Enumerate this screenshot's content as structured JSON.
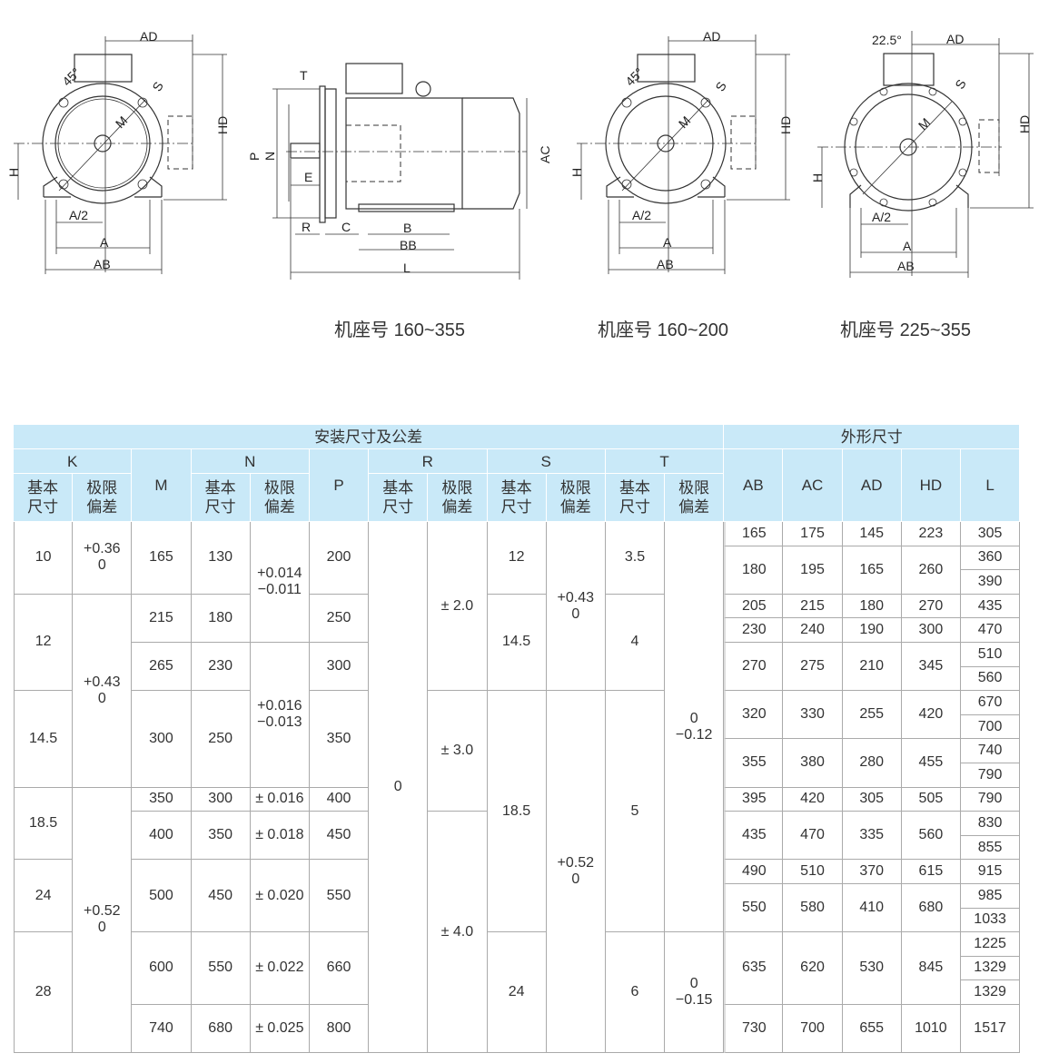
{
  "drawings": {
    "front_view_1": {
      "AD": "AD",
      "HD": "HD",
      "angle": "45°",
      "S": "S",
      "M": "M",
      "H": "H",
      "A_half": "A/2",
      "A": "A",
      "AB": "AB"
    },
    "side_view": {
      "T": "T",
      "P": "P",
      "N": "N",
      "E": "E",
      "AC": "AC",
      "R": "R",
      "C": "C",
      "B": "B",
      "BB": "BB",
      "L": "L"
    },
    "front_view_2": {
      "AD": "AD",
      "HD": "HD",
      "angle": "45°",
      "S": "S",
      "M": "M",
      "H": "H",
      "A_half": "A/2",
      "A": "A",
      "AB": "AB"
    },
    "front_view_3": {
      "AD": "AD",
      "HD": "HD",
      "angle": "22.5°",
      "S": "S",
      "M": "M",
      "H": "H",
      "A_half": "A/2",
      "A": "A",
      "AB": "AB"
    }
  },
  "captions": [
    "机座号 160~355",
    "机座号 160~200",
    "机座号 225~355"
  ],
  "table": {
    "group_install": "安装尺寸及公差",
    "group_outline": "外形尺寸",
    "basic_label": "基本\n尺寸",
    "tol_label": "极限\n偏差",
    "headers": {
      "K": "K",
      "M": "M",
      "N": "N",
      "P": "P",
      "R": "R",
      "S": "S",
      "T": "T",
      "AB": "AB",
      "AC": "AC",
      "AD": "AD",
      "HD": "HD",
      "L": "L"
    },
    "columns": {
      "K_basic": [
        "10",
        "12",
        "14.5",
        "18.5",
        "24",
        "28"
      ],
      "K_tol": [
        "+0.36\n0",
        "+0.43\n0",
        "+0.52\n0"
      ],
      "M": [
        "165",
        "215",
        "265",
        "300",
        "350",
        "400",
        "500",
        "600",
        "740"
      ],
      "N_basic": [
        "130",
        "180",
        "230",
        "250",
        "300",
        "350",
        "450",
        "550",
        "680"
      ],
      "N_tol": [
        "+0.014\n−0.011",
        "+0.016\n−0.013",
        "± 0.016",
        "± 0.018",
        "± 0.020",
        "± 0.022",
        "± 0.025"
      ],
      "P": [
        "200",
        "250",
        "300",
        "350",
        "400",
        "450",
        "550",
        "660",
        "800"
      ],
      "R_basic": [
        "0"
      ],
      "R_tol": [
        "± 2.0",
        "± 3.0",
        "± 4.0"
      ],
      "S_basic": [
        "12",
        "14.5",
        "18.5",
        "24"
      ],
      "S_tol": [
        "+0.43\n0",
        "+0.52\n0"
      ],
      "T_basic": [
        "3.5",
        "4",
        "5",
        "6"
      ],
      "T_tol": [
        "0\n−0.12",
        "0\n−0.15"
      ],
      "AB": [
        "165",
        "180",
        "205",
        "230",
        "270",
        "320",
        "355",
        "395",
        "435",
        "490",
        "550",
        "635",
        "730"
      ],
      "AC": [
        "175",
        "195",
        "215",
        "240",
        "275",
        "330",
        "380",
        "420",
        "470",
        "510",
        "580",
        "620",
        "700"
      ],
      "AD": [
        "145",
        "165",
        "180",
        "190",
        "210",
        "255",
        "280",
        "305",
        "335",
        "370",
        "410",
        "530",
        "655"
      ],
      "HD": [
        "223",
        "260",
        "270",
        "300",
        "345",
        "420",
        "455",
        "505",
        "560",
        "615",
        "680",
        "845",
        "1010"
      ],
      "L": [
        "305",
        "360",
        "390",
        "435",
        "470",
        "510",
        "560",
        "670",
        "700",
        "740",
        "790",
        "790",
        "830",
        "855",
        "915",
        "985",
        "1033",
        "1225",
        "1329",
        "1329",
        "1517"
      ]
    }
  }
}
